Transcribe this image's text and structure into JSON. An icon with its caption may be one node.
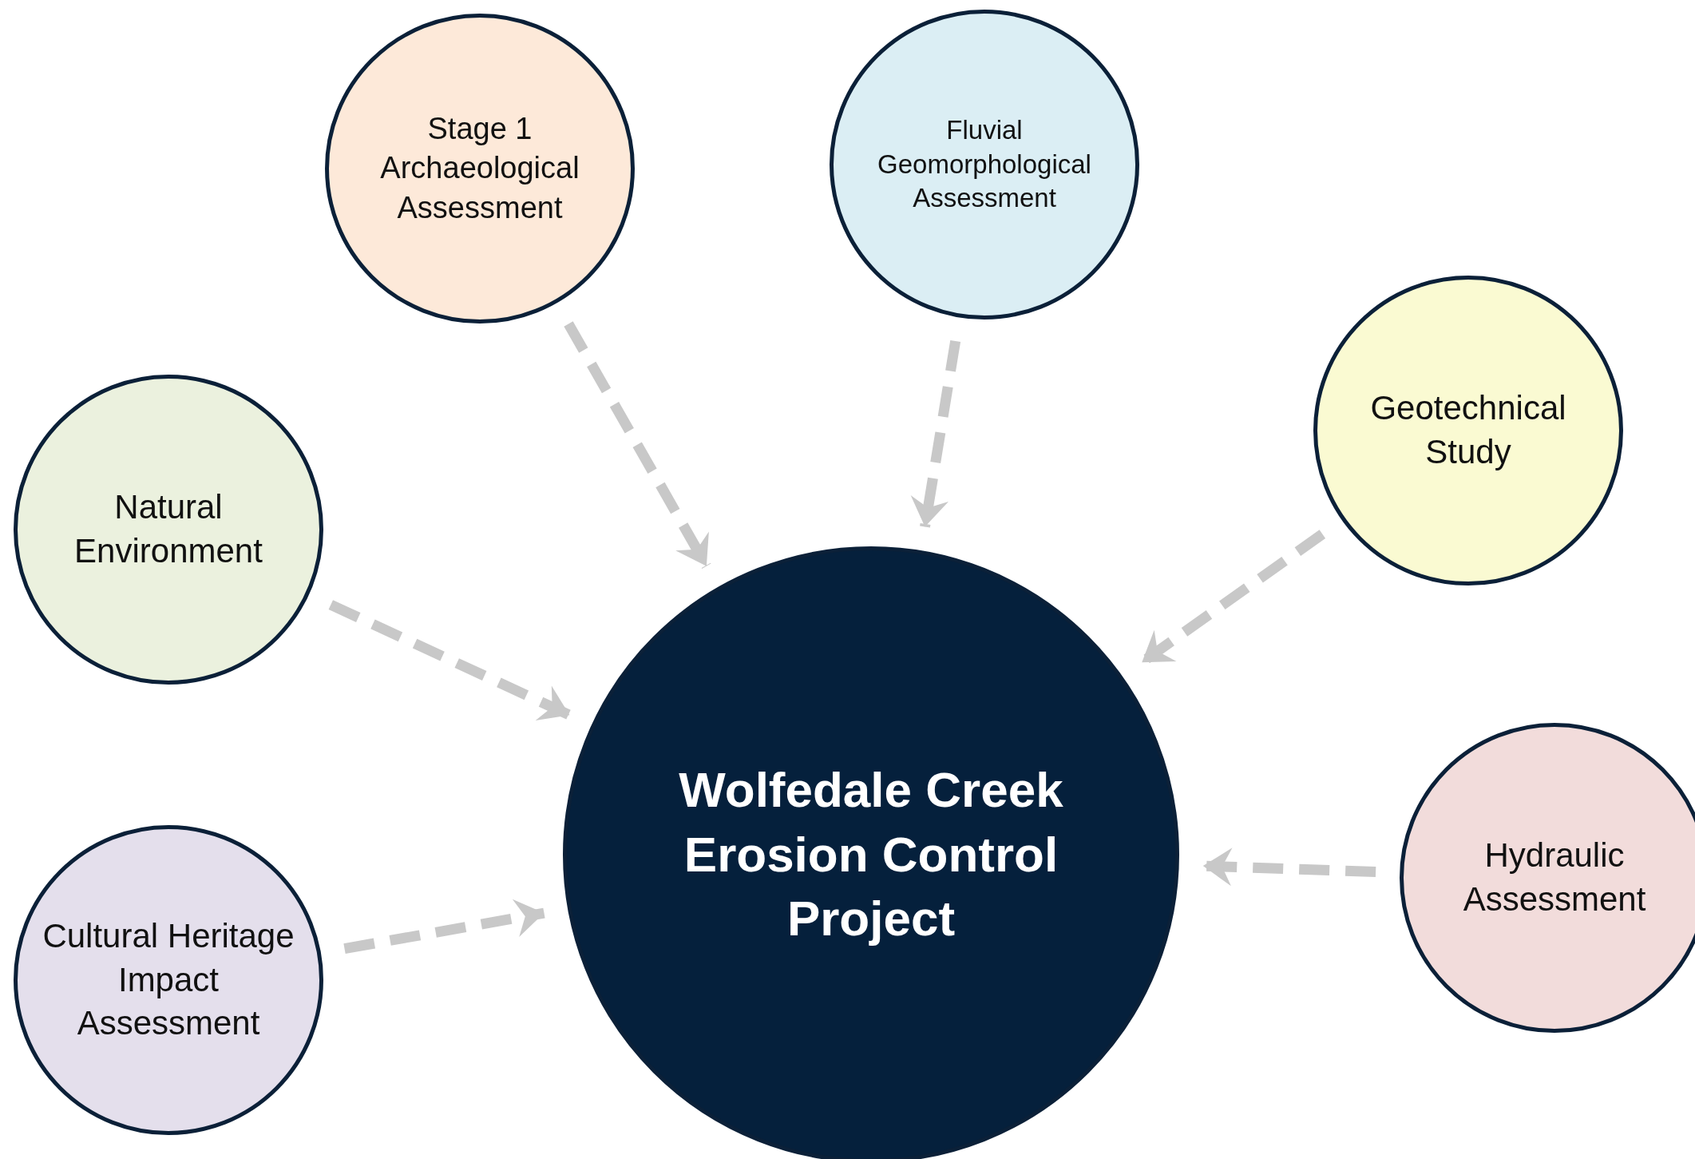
{
  "diagram": {
    "nodes": [
      {
        "text": [
          "Stage 1 Archaeological Assessment"
        ]
      },
      {
        "text": [
          "Fluvial Geomorphological Assessment"
        ]
      },
      {
        "text": [
          "Geotechnical Study"
        ]
      },
      {
        "text": [
          "Natural Environment"
        ]
      },
      {
        "text": [
          "Wolfedale Creek Erosion Control Project"
        ]
      },
      {
        "text": [
          "Hydraulic Assessment"
        ]
      },
      {
        "text": [
          "Cultural Heritage Impact Assessment"
        ]
      }
    ],
    "edges": [
      {
        "from": 0,
        "to": 4,
        "arrow": "to",
        "style": "dashed"
      },
      {
        "from": 1,
        "to": 4,
        "arrow": "to",
        "style": "dashed"
      },
      {
        "from": 2,
        "to": 4,
        "arrow": "to",
        "style": "dashed"
      },
      {
        "from": 3,
        "to": 4,
        "arrow": "to",
        "style": "dashed"
      },
      {
        "from": 5,
        "to": 4,
        "arrow": "to",
        "style": "dashed"
      },
      {
        "from": 6,
        "to": 4,
        "arrow": "to",
        "style": "dashed"
      }
    ]
  }
}
